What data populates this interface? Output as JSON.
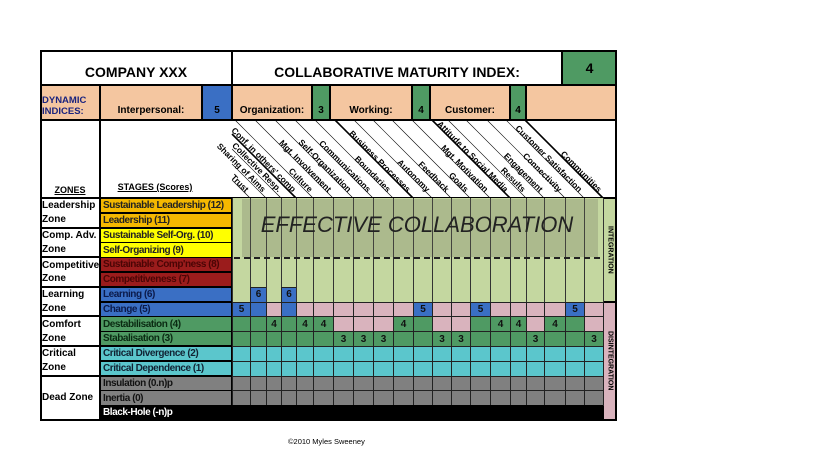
{
  "header": {
    "company": "COMPANY XXX",
    "index_label": "COLLABORATIVE MATURITY INDEX:",
    "index_value": "4"
  },
  "dynamic": {
    "label": "DYNAMIC INDICES:",
    "interpersonal": {
      "label": "Interpersonal:",
      "value": "5"
    },
    "organization": {
      "label": "Organization:",
      "value": "3"
    },
    "working": {
      "label": "Working:",
      "value": "4"
    },
    "customer": {
      "label": "Customer:",
      "value": "4"
    }
  },
  "columns_header": {
    "zones": "ZONES",
    "stages": "STAGES (Scores)"
  },
  "criteria": [
    "Trust",
    "Sharing of Aims",
    "Collective Resp.",
    "Conf. in others' comp",
    "Culture",
    "Mgt. Involvement",
    "Self-Organization",
    "Communications",
    "Boundaries",
    "Business Processes",
    "Autonomy",
    "Feedback",
    "Goals",
    "Mgt. Motivation",
    "Attitude to Social Media",
    "Results",
    "Engagement",
    "Connectivity",
    "Customer Satisfaction",
    "Communities"
  ],
  "scores": [
    5,
    6,
    4,
    6,
    4,
    4,
    3,
    3,
    3,
    4,
    5,
    3,
    3,
    5,
    4,
    4,
    3,
    4,
    5,
    3
  ],
  "stages": [
    "Sustainable Leadership (12)",
    "Leadership (11)",
    "Sustainable Self-Org. (10)",
    "Self-Organizing (9)",
    "Sustainable Comp'ness (8)",
    "Competitiveness (7)",
    "Learning (6)",
    "Change (5)",
    "Destabilisation (4)",
    "Stabalisation (3)",
    "Critical Divergence (2)",
    "Critical Dependence (1)",
    "Insulation  (0.n)p",
    "Inertia (0)",
    "Black-Hole (-n)p"
  ],
  "zones": [
    [
      "Leadership",
      "Zone"
    ],
    [
      "Comp. Adv.",
      "Zone"
    ],
    [
      "Competitive",
      "Zone"
    ],
    [
      "Learning",
      "Zone"
    ],
    [
      "Comfort",
      "Zone"
    ],
    [
      "Critical",
      "Zone"
    ],
    [
      "Dead Zone"
    ]
  ],
  "overlay_text": "EFFECTIVE COLLABORATION",
  "side": {
    "integration": "INTEGRATION",
    "disintegration": "DISINTEGRATION"
  },
  "copyright": "©2010 Myles Sweeney",
  "colors": {
    "peach": "#f4c6a0",
    "blue": "#3a6fc4",
    "green": "#4f9a63",
    "light_green": "#c4d7a0",
    "pink": "#d9b3bd",
    "cyan": "#5bc6cc",
    "gray": "#808080",
    "orange": "#f5b800",
    "yellow": "#ffff00",
    "dark_red": "#9b1c1c"
  }
}
